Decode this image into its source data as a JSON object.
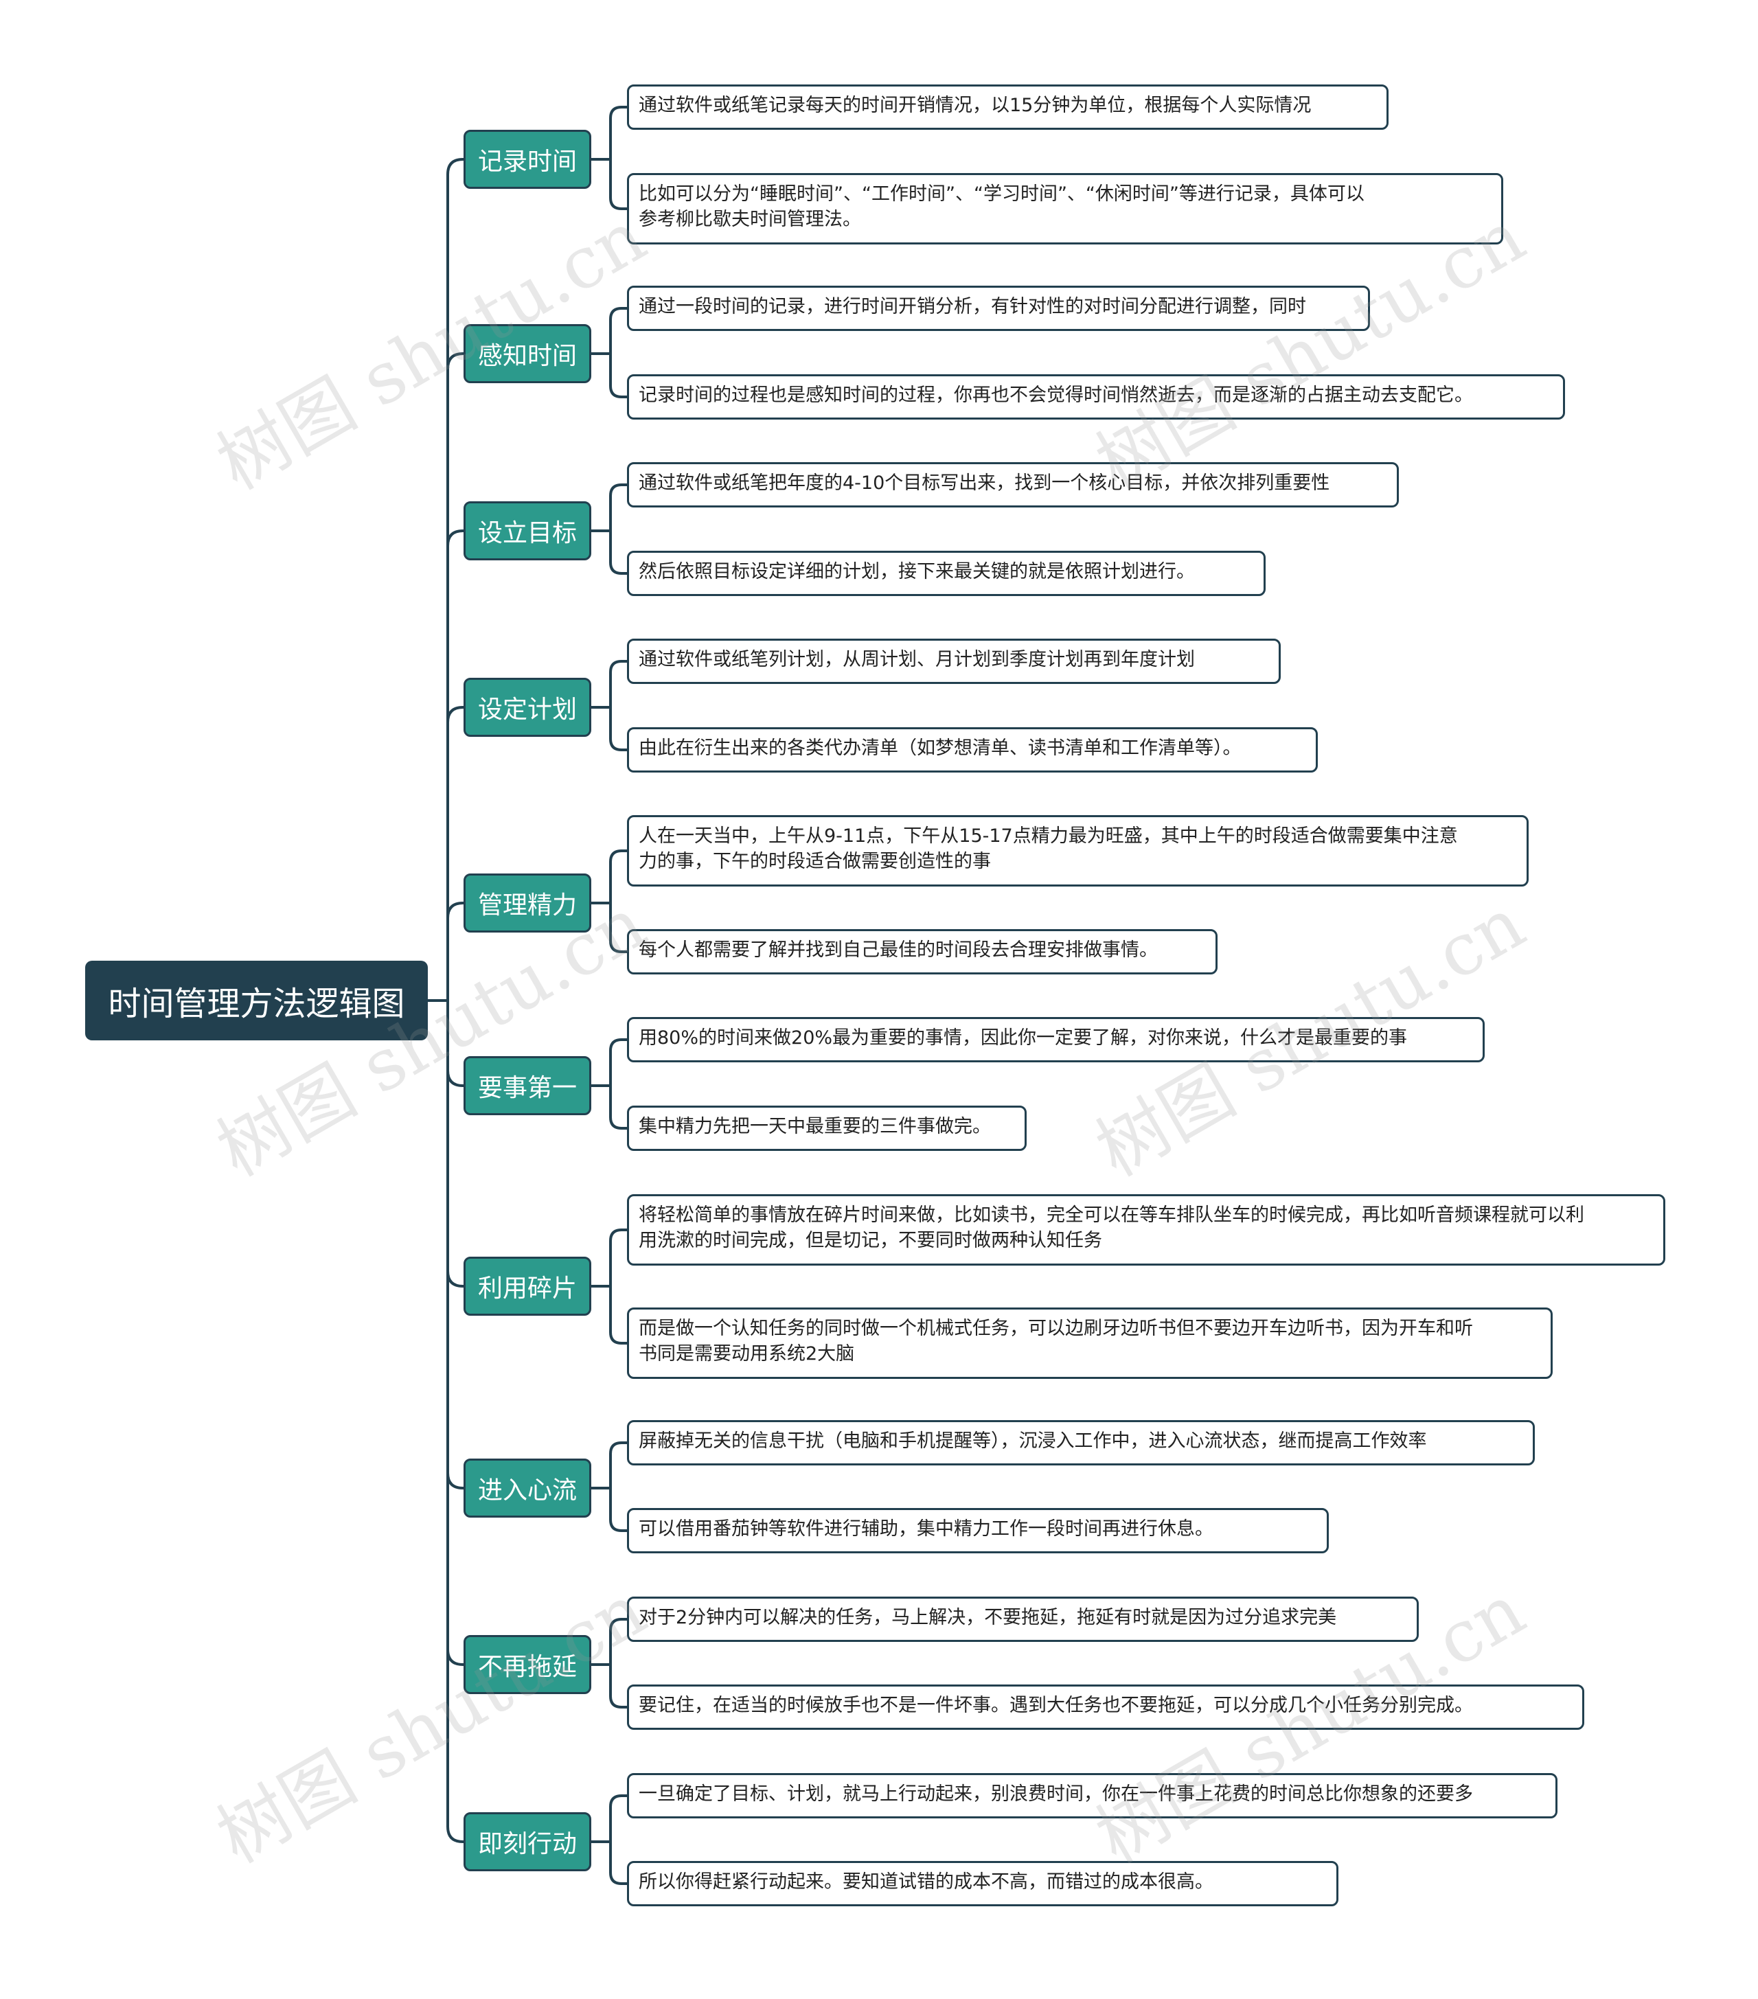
{
  "root": {
    "label": "时间管理方法逻辑图"
  },
  "branches": [
    {
      "label": "记录时间",
      "items": [
        "通过软件或纸笔记录每天的时间开销情况，以15分钟为单位，根据每个人实际情况",
        "比如可以分为“睡眠时间”、“工作时间”、“学习时间”、“休闲时间”等进行记录，具体可以\n参考柳比歇夫时间管理法。"
      ]
    },
    {
      "label": "感知时间",
      "items": [
        "通过一段时间的记录，进行时间开销分析，有针对性的对时间分配进行调整，同时",
        "记录时间的过程也是感知时间的过程，你再也不会觉得时间悄然逝去，而是逐渐的占据主动去支配它。"
      ]
    },
    {
      "label": "设立目标",
      "items": [
        "通过软件或纸笔把年度的4-10个目标写出来，找到一个核心目标，并依次排列重要性",
        "然后依照目标设定详细的计划，接下来最关键的就是依照计划进行。"
      ]
    },
    {
      "label": "设定计划",
      "items": [
        "通过软件或纸笔列计划，从周计划、月计划到季度计划再到年度计划",
        "由此在衍生出来的各类代办清单（如梦想清单、读书清单和工作清单等）。"
      ]
    },
    {
      "label": "管理精力",
      "items": [
        "人在一天当中，上午从9-11点，下午从15-17点精力最为旺盛，其中上午的时段适合做需要集中注意\n力的事，下午的时段适合做需要创造性的事",
        "每个人都需要了解并找到自己最佳的时间段去合理安排做事情。"
      ]
    },
    {
      "label": "要事第一",
      "items": [
        "用80%的时间来做20%最为重要的事情，因此你一定要了解，对你来说，什么才是最重要的事",
        "集中精力先把一天中最重要的三件事做完。"
      ]
    },
    {
      "label": "利用碎片",
      "items": [
        "将轻松简单的事情放在碎片时间来做，比如读书，完全可以在等车排队坐车的时候完成，再比如听音频课程就可以利\n用洗漱的时间完成，但是切记，不要同时做两种认知任务",
        "而是做一个认知任务的同时做一个机械式任务，可以边刷牙边听书但不要边开车边听书，因为开车和听\n书同是需要动用系统2大脑"
      ]
    },
    {
      "label": "进入心流",
      "items": [
        "屏蔽掉无关的信息干扰（电脑和手机提醒等），沉浸入工作中，进入心流状态，继而提高工作效率",
        "可以借用番茄钟等软件进行辅助，集中精力工作一段时间再进行休息。"
      ]
    },
    {
      "label": "不再拖延",
      "items": [
        "对于2分钟内可以解决的任务，马上解决，不要拖延，拖延有时就是因为过分追求完美",
        "要记住，在适当的时候放手也不是一件坏事。遇到大任务也不要拖延，可以分成几个小任务分别完成。"
      ]
    },
    {
      "label": "即刻行动",
      "items": [
        "一旦确定了目标、计划，就马上行动起来，别浪费时间，你在一件事上花费的时间总比你想象的还要多",
        "所以你得赶紧行动起来。要知道试错的成本不高，而错过的成本很高。"
      ]
    }
  ],
  "watermark": "树图 shutu.cn",
  "colors": {
    "root": "#22404f",
    "branch": "#2c9a8c",
    "line": "#22404f"
  }
}
